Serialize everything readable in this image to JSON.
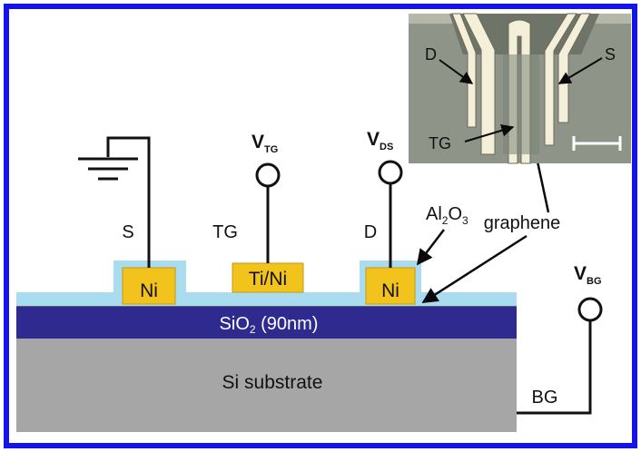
{
  "colors": {
    "frame": "#1414e6",
    "contact": "#f2c21d",
    "dielectric": "#a8dcee",
    "oxide": "#2e2a8f",
    "substrate": "#a6a6a6",
    "wire": "#111111",
    "pointer": "#0a0a0a",
    "inset_bg": "#8e9488",
    "inset_metal": "#f3efd8"
  },
  "labels": {
    "source": "S",
    "top_gate": "TG",
    "drain": "D",
    "v_tg_main": "V",
    "v_tg_sub": "TG",
    "v_ds_main": "V",
    "v_ds_sub": "DS",
    "v_bg_main": "V",
    "v_bg_sub": "BG",
    "dielectric_main": "Al",
    "dielectric_sub1": "2",
    "dielectric_mid": "O",
    "dielectric_sub2": "3",
    "graphene": "graphene",
    "back_gate": "BG"
  },
  "contacts": {
    "source": "Ni",
    "gate": "Ti/Ni",
    "drain": "Ni"
  },
  "layers": {
    "oxide_main": "SiO",
    "oxide_sub": "2",
    "oxide_thickness": " (90nm)",
    "substrate": "Si substrate"
  },
  "inset": {
    "label_d": "D",
    "label_s": "S",
    "label_tg": "TG"
  },
  "icons": {
    "ground": "ground-symbol-icon",
    "terminal": "terminal-circle-icon",
    "scale_bar": "scale-bar-icon"
  }
}
